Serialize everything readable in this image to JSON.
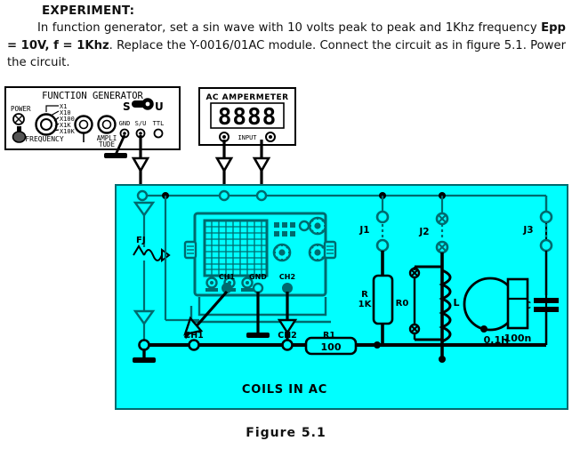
{
  "document": {
    "heading": "EXPERIMENT:",
    "paragraph_part1": "In function generator, set a sin wave with 10 volts peak to peak and 1Khz frequency ",
    "paragraph_bold": "Epp = 10V, f = 1Khz",
    "paragraph_part2": ". Replace the Y-0016/01AC module. Connect the circuit as in figure 5.1. Power the circuit.",
    "figure_caption": "Figure 5.1"
  },
  "function_generator": {
    "title": "FUNCTION GENERATOR",
    "power_label": "POWER",
    "frequency_label": "FREQUENCY",
    "range_options": [
      "X1",
      "X10",
      "X100",
      "X1K",
      "X10K"
    ],
    "amplitude_label_line1": "AMPLI",
    "amplitude_label_line2": "TUDE",
    "mode_left": "S",
    "mode_right": "U",
    "terminals": [
      "GND",
      "S/U",
      "TTL"
    ]
  },
  "amperemeter": {
    "title": "AC  AMPERMETER",
    "display_value": "8888",
    "input_label": "INPUT"
  },
  "board": {
    "title": "COILS IN AC",
    "source_label": "FJ",
    "jumpers": [
      "J1",
      "J2",
      "J3"
    ],
    "scope_terminals": [
      "CH1",
      "GND",
      "CH2"
    ],
    "probe_labels": [
      "CH1",
      "CH2"
    ],
    "components": [
      {
        "ref": "R",
        "value": "1K"
      },
      {
        "ref": "R0",
        "value": ""
      },
      {
        "ref": "L",
        "value": "0,1H"
      },
      {
        "ref": "C",
        "value": "100n"
      },
      {
        "ref": "R1",
        "value": "100"
      }
    ]
  },
  "colors": {
    "board_fill": "#00FFFF",
    "board_stroke": "#006a6e",
    "wire": "#000000",
    "panel_fill": "#FFFFFF",
    "panel_stroke": "#000000"
  }
}
